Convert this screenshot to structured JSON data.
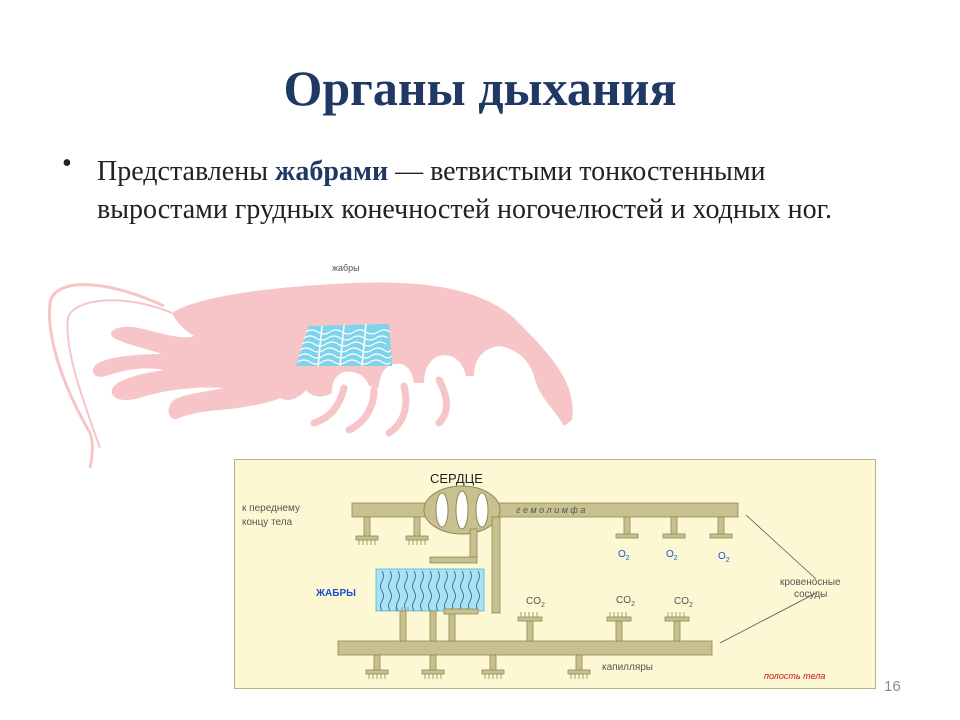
{
  "slide": {
    "title": "Органы дыхания",
    "bullet": {
      "prefix": "Представлены ",
      "highlight": "жабрами",
      "suffix": " — ветвистыми тонкостенными выростами грудных конечностей ногочелюстей и ходных ног."
    },
    "page_number": "16"
  },
  "crayfish_figure": {
    "gills_label": "жабры",
    "body_color": "#f7c5c7",
    "gills_color": "#7fd3ea"
  },
  "circulation_scheme": {
    "heart_label": "СЕРДЦЕ",
    "hemolymph_label": "г е м о л и м ф а",
    "front_label": [
      "к переднему",
      "концу тела"
    ],
    "gills_label": "ЖАБРЫ",
    "vessels_label": [
      "кровеносные",
      "сосуды"
    ],
    "capillaries_label": "капилляры",
    "cavity_label": "полость тела",
    "o2_label": "O",
    "o2_sub": "2",
    "co2_label": "CO",
    "co2_sub": "2",
    "background": "#fdf8d4",
    "pipe_color": "#c8c08e",
    "label_blue": "#1a4fd6",
    "label_red": "#d01010"
  }
}
